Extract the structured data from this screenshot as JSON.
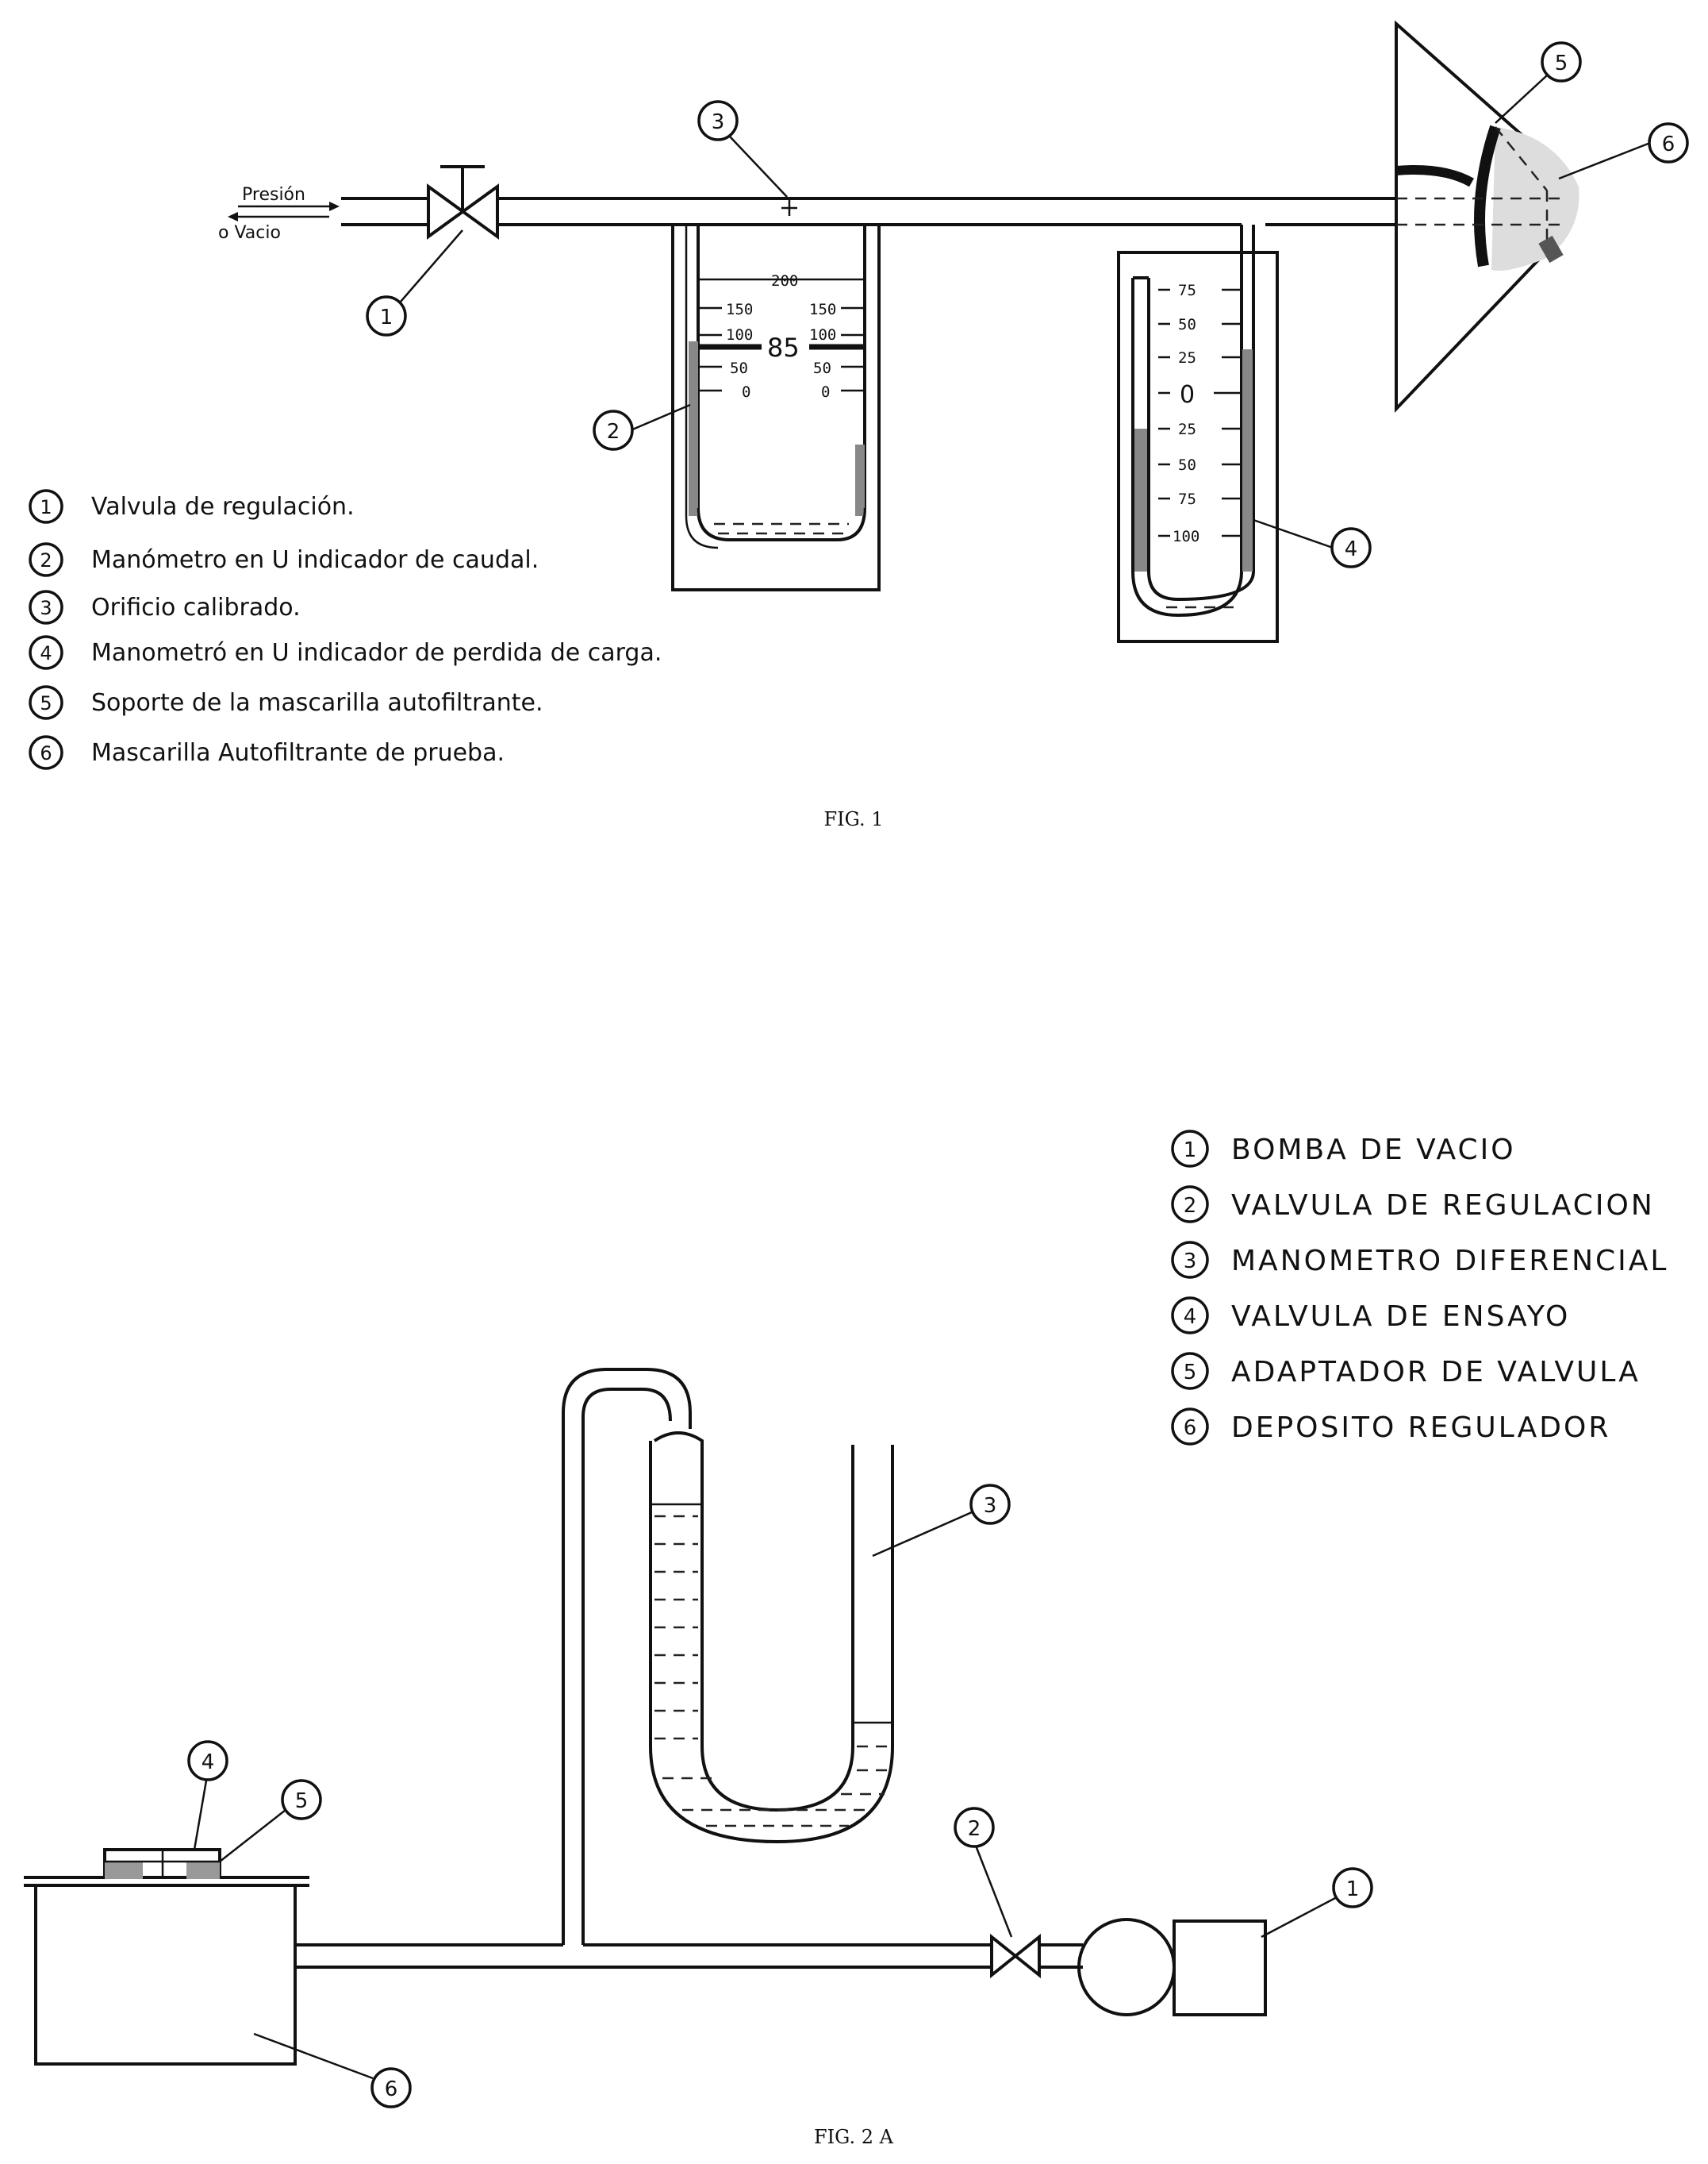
{
  "fig1": {
    "caption": "FIG. 1",
    "flow_label_pressure": "Presión",
    "flow_label_vacuum": "o Vacio",
    "manometer_q_ticks_left": [
      "200",
      "150",
      "100",
      "50",
      "0"
    ],
    "manometer_q_ticks_right": [
      "150",
      "100",
      "50",
      "0"
    ],
    "manometer_q_reading": "85",
    "manometer_p_ticks": [
      "75",
      "50",
      "25",
      "0",
      "25",
      "50",
      "75",
      "100"
    ],
    "legend": [
      {
        "num": "1",
        "text": "Valvula de regulación."
      },
      {
        "num": "2",
        "text": "Manómetro en U indicador de caudal."
      },
      {
        "num": "3",
        "text": "Orificio calibrado."
      },
      {
        "num": "4",
        "text": "Manometró en U indicador de perdida de carga."
      },
      {
        "num": "5",
        "text": "Soporte de la mascarilla autofiltrante."
      },
      {
        "num": "6",
        "text": "Mascarilla Autofiltrante de prueba."
      }
    ],
    "callouts": [
      "1",
      "2",
      "3",
      "4",
      "5",
      "6"
    ]
  },
  "fig2": {
    "caption": "FIG. 2 A",
    "legend": [
      {
        "num": "1",
        "text": "BOMBA DE VACIO"
      },
      {
        "num": "2",
        "text": "VALVULA DE REGULACION"
      },
      {
        "num": "3",
        "text": "MANOMETRO DIFERENCIAL"
      },
      {
        "num": "4",
        "text": "VALVULA DE ENSAYO"
      },
      {
        "num": "5",
        "text": "ADAPTADOR DE VALVULA"
      },
      {
        "num": "6",
        "text": "DEPOSITO REGULADOR"
      }
    ],
    "callouts": [
      "1",
      "2",
      "3",
      "4",
      "5",
      "6"
    ]
  }
}
